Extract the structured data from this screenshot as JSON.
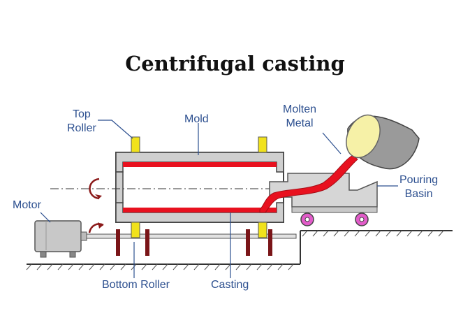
{
  "title": "Centrifugal casting",
  "labels": {
    "top_roller": [
      "Top",
      "Roller"
    ],
    "mold": "Mold",
    "molten_metal": [
      "Molten",
      "Metal"
    ],
    "pouring_basin": [
      "Pouring",
      "Basin"
    ],
    "motor": "Motor",
    "bottom_roller": "Bottom Roller",
    "casting": "Casting"
  },
  "colors": {
    "label": "#2c4f8f",
    "molten": "#e8111f",
    "roller": "#f1e21c",
    "mold_grey": "#c9c9c9",
    "support": "#7a1518",
    "wheel": "#e25bc9",
    "arrow": "#8b1a1a"
  }
}
